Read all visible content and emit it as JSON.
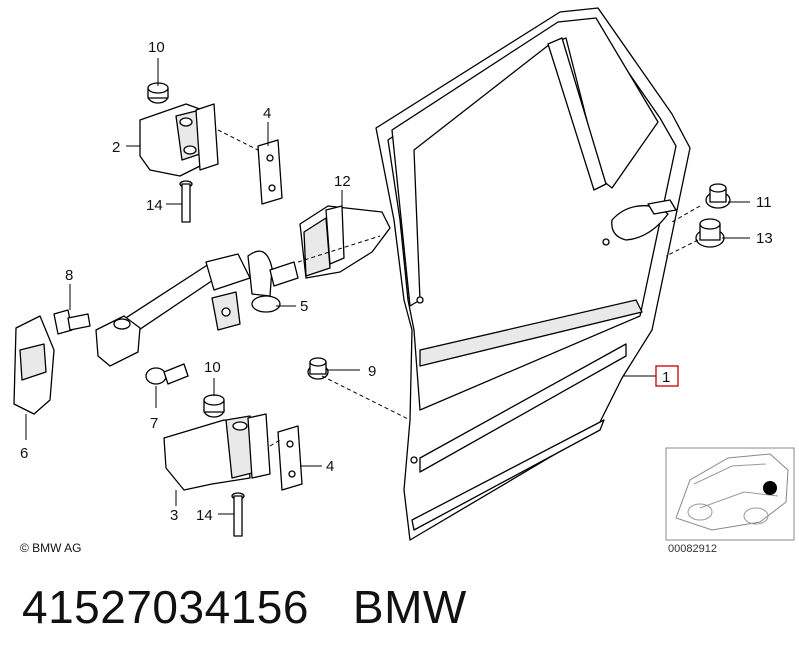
{
  "diagram": {
    "callouts": [
      "10",
      "2",
      "4",
      "14",
      "12",
      "11",
      "13",
      "8",
      "5",
      "9",
      "1",
      "7",
      "10",
      "6",
      "4",
      "3",
      "14"
    ],
    "highlight_color": "#cc1111",
    "copyright": "© BMW AG",
    "inset_id": "00082912"
  },
  "caption": {
    "part_number": "41527034156",
    "brand": "BMW"
  }
}
